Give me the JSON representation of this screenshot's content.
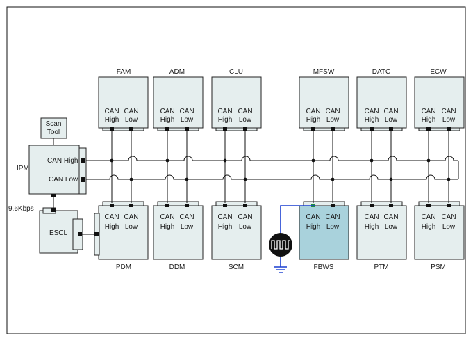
{
  "top_modules": [
    {
      "name": "FAM",
      "pin1": "CAN",
      "pin1b": "High",
      "pin2": "CAN",
      "pin2b": "Low"
    },
    {
      "name": "ADM",
      "pin1": "CAN",
      "pin1b": "High",
      "pin2": "CAN",
      "pin2b": "Low"
    },
    {
      "name": "CLU",
      "pin1": "CAN",
      "pin1b": "High",
      "pin2": "CAN",
      "pin2b": "Low"
    },
    {
      "name": "MFSW",
      "pin1": "CAN",
      "pin1b": "High",
      "pin2": "CAN",
      "pin2b": "Low"
    },
    {
      "name": "DATC",
      "pin1": "CAN",
      "pin1b": "High",
      "pin2": "CAN",
      "pin2b": "Low"
    },
    {
      "name": "ECW",
      "pin1": "CAN",
      "pin1b": "High",
      "pin2": "CAN",
      "pin2b": "Low"
    }
  ],
  "bottom_modules": [
    {
      "name": "PDM",
      "pin1": "CAN",
      "pin1b": "High",
      "pin2": "CAN",
      "pin2b": "Low"
    },
    {
      "name": "DDM",
      "pin1": "CAN",
      "pin1b": "High",
      "pin2": "CAN",
      "pin2b": "Low"
    },
    {
      "name": "SCM",
      "pin1": "CAN",
      "pin1b": "High",
      "pin2": "CAN",
      "pin2b": "Low"
    },
    {
      "name": "FBWS",
      "pin1": "CAN",
      "pin1b": "High",
      "pin2": "CAN",
      "pin2b": "Low",
      "highlighted": true
    },
    {
      "name": "PTM",
      "pin1": "CAN",
      "pin1b": "High",
      "pin2": "CAN",
      "pin2b": "Low"
    },
    {
      "name": "PSM",
      "pin1": "CAN",
      "pin1b": "High",
      "pin2": "CAN",
      "pin2b": "Low"
    }
  ],
  "ipm": {
    "name": "IPM",
    "can_high": "CAN High",
    "can_low": "CAN Low"
  },
  "scan_tool": {
    "line1": "Scan",
    "line2": "Tool"
  },
  "escl": {
    "name": "ESCL",
    "speed": "9.6Kbps"
  },
  "colors": {
    "module_fill": "#e5eeee",
    "highlight_fill": "#a9d2dc",
    "highlight_text": "#1f8f3a",
    "probe_wire": "#1a3fd1",
    "bus": "#111111"
  }
}
